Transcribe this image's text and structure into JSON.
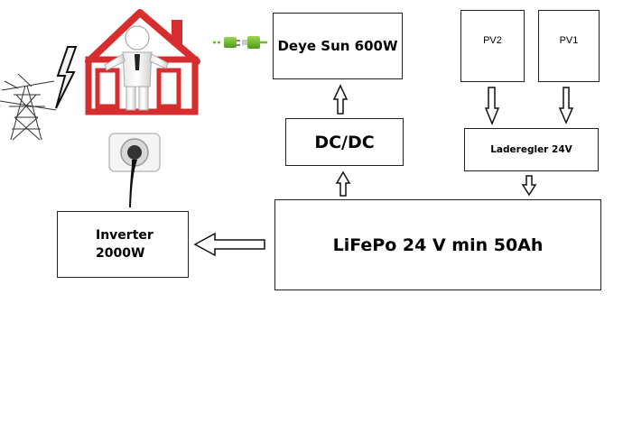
{
  "blocks": {
    "deye": "Deye Sun 600W",
    "dcdc": "DC/DC",
    "pv2": "PV2",
    "pv1": "PV1",
    "laderegler": "Laderegler 24V",
    "inverter": "Inverter\n2000W",
    "battery": "LiFePo 24 V min 50Ah"
  },
  "icons": {
    "house": "house-with-figure-icon",
    "pylon": "power-pylon-icon",
    "lightning": "lightning-bolt-icon",
    "socket": "wall-socket-icon",
    "plug": "green-plug-icon"
  },
  "colors": {
    "house_red": "#d62e2e",
    "plug_green": "#6cbd2c",
    "line": "#222222"
  }
}
